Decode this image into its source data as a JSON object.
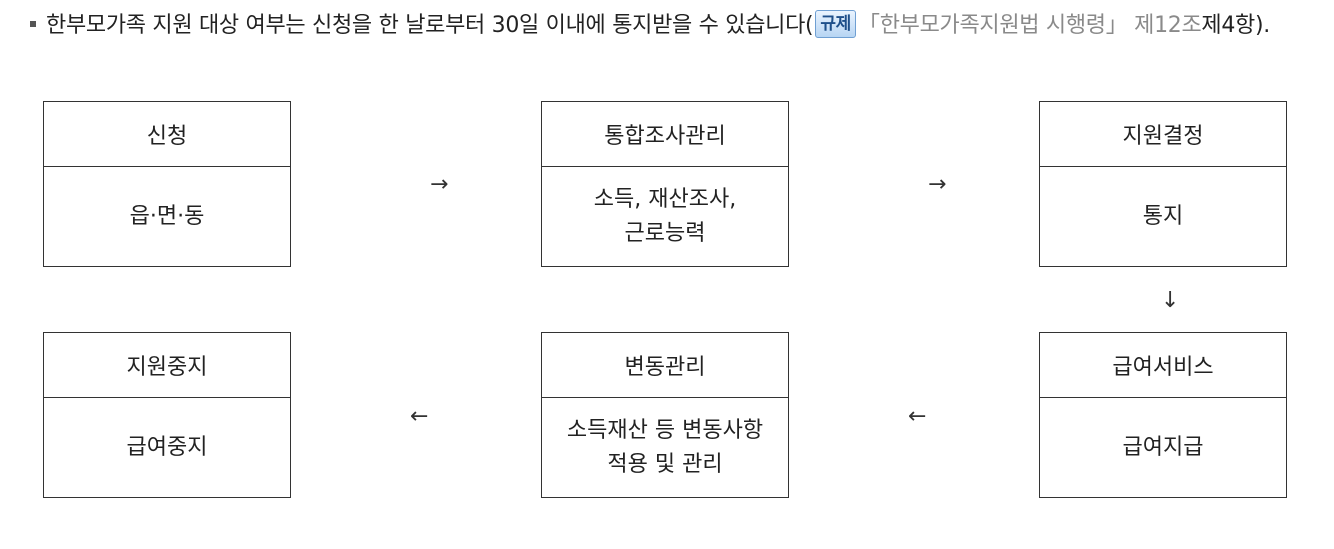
{
  "intro": {
    "text": "한부모가족 지원 대상 여부는 신청을 한 날로부터 30일 이내에 통지받을 수 있습니다(",
    "badge": "규제",
    "law_ref": "「한부모가족지원법 시행령」 제12조",
    "tail": "제4항)."
  },
  "flow": {
    "boxes": [
      {
        "head": "신청",
        "body": "읍·면·동"
      },
      {
        "head": "통합조사관리",
        "body": "소득, 재산조사, 근로능력"
      },
      {
        "head": "지원결정",
        "body": "통지"
      },
      {
        "head": "급여서비스",
        "body": "급여지급"
      },
      {
        "head": "변동관리",
        "body": "소득재산 등 변동사항 적용 및 관리"
      },
      {
        "head": "지원중지",
        "body": "급여중지"
      }
    ],
    "arrows": {
      "right": "→",
      "down": "↓",
      "left": "←"
    }
  }
}
